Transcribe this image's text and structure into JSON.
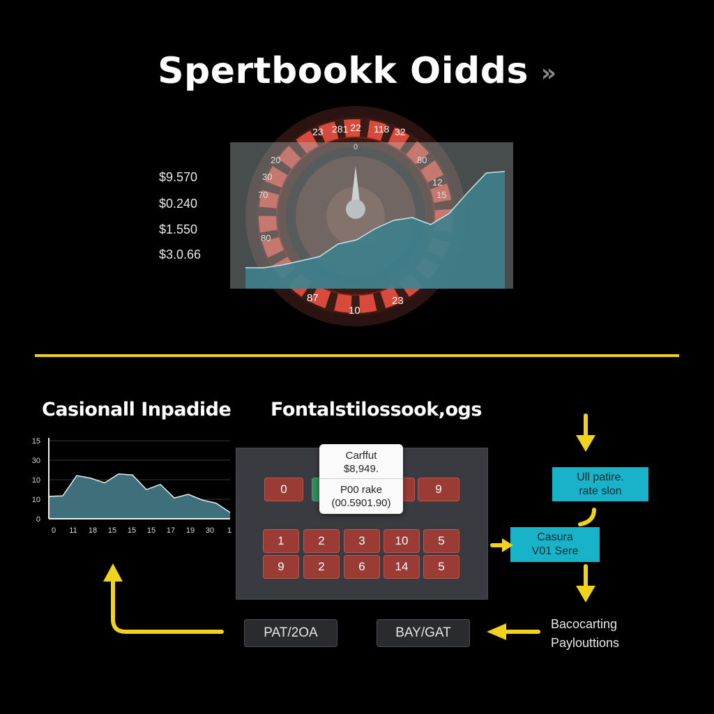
{
  "header": {
    "title": "Spertbookk Oidds",
    "chevron": "»"
  },
  "odds_list": [
    "$9.570",
    "$0.240",
    "$1.550",
    "$3.0.66"
  ],
  "roulette": {
    "top_numbers": [
      "23",
      "281",
      "22",
      "118",
      "32"
    ],
    "left_numbers": [
      "20",
      "30",
      "70",
      "80"
    ],
    "right_numbers": [
      "80",
      "12",
      "15"
    ],
    "bottom_numbers": [
      "87",
      "10",
      "23"
    ],
    "center_label": "0"
  },
  "left_section": {
    "heading": "Casionall Inpadide"
  },
  "chart_data": {
    "type": "area",
    "title": "",
    "y_tick_labels": [
      "15",
      "30",
      "10",
      "10",
      "0"
    ],
    "x_tick_labels": [
      "0",
      "11",
      "18",
      "15",
      "15",
      "15",
      "17",
      "19",
      "30",
      "1"
    ],
    "values": [
      4.3,
      4.4,
      8.3,
      7.8,
      6.9,
      8.6,
      8.4,
      5.6,
      6.6,
      4.0,
      4.7,
      3.6,
      3.0,
      1.2
    ],
    "ylim": [
      0,
      15
    ],
    "grid": true,
    "colors": {
      "fill": "#3f6f7a",
      "line": "#e8f2f4"
    }
  },
  "top_chart": {
    "type": "area",
    "values": [
      1.5,
      1.5,
      1.7,
      2.0,
      2.3,
      3.2,
      3.5,
      4.3,
      4.9,
      5.1,
      4.6,
      5.4,
      6.9,
      8.3,
      8.4
    ],
    "ylim": [
      0,
      10
    ],
    "colors": {
      "fill": "#3e7f8c",
      "line": "#c9e4ea"
    }
  },
  "middle_section": {
    "heading": "Fontalstilossook,ogs",
    "popup": {
      "line1": "Carffut",
      "line2": "$8,949.",
      "line3": "P00 rake",
      "line4": "(00.5901.90)"
    },
    "board_row1": [
      {
        "label": "0",
        "color": "red"
      },
      {
        "label": "",
        "color": "green"
      },
      {
        "label": "",
        "color": "red"
      },
      {
        "label": "9",
        "color": "red"
      }
    ],
    "board_row2": [
      "1",
      "2",
      "3",
      "10",
      "5"
    ],
    "board_row3": [
      "9",
      "2",
      "6",
      "14",
      "5"
    ],
    "buttons": [
      "PAT/2OA",
      "BAY/GAT"
    ]
  },
  "right_section": {
    "box1": {
      "line1": "Ull patire.",
      "line2": "rate slon"
    },
    "box2": {
      "line1": "Casura",
      "line2": "V01 Sere"
    },
    "text": {
      "line1": "Bacocarting",
      "line2": "Paylouttions"
    }
  },
  "colors": {
    "accent_yellow": "#f1d21c",
    "teal": "#19b3c9",
    "chip_red": "#9b3b35",
    "chip_green": "#2f8f5b",
    "board_bg": "#3a3b40"
  }
}
